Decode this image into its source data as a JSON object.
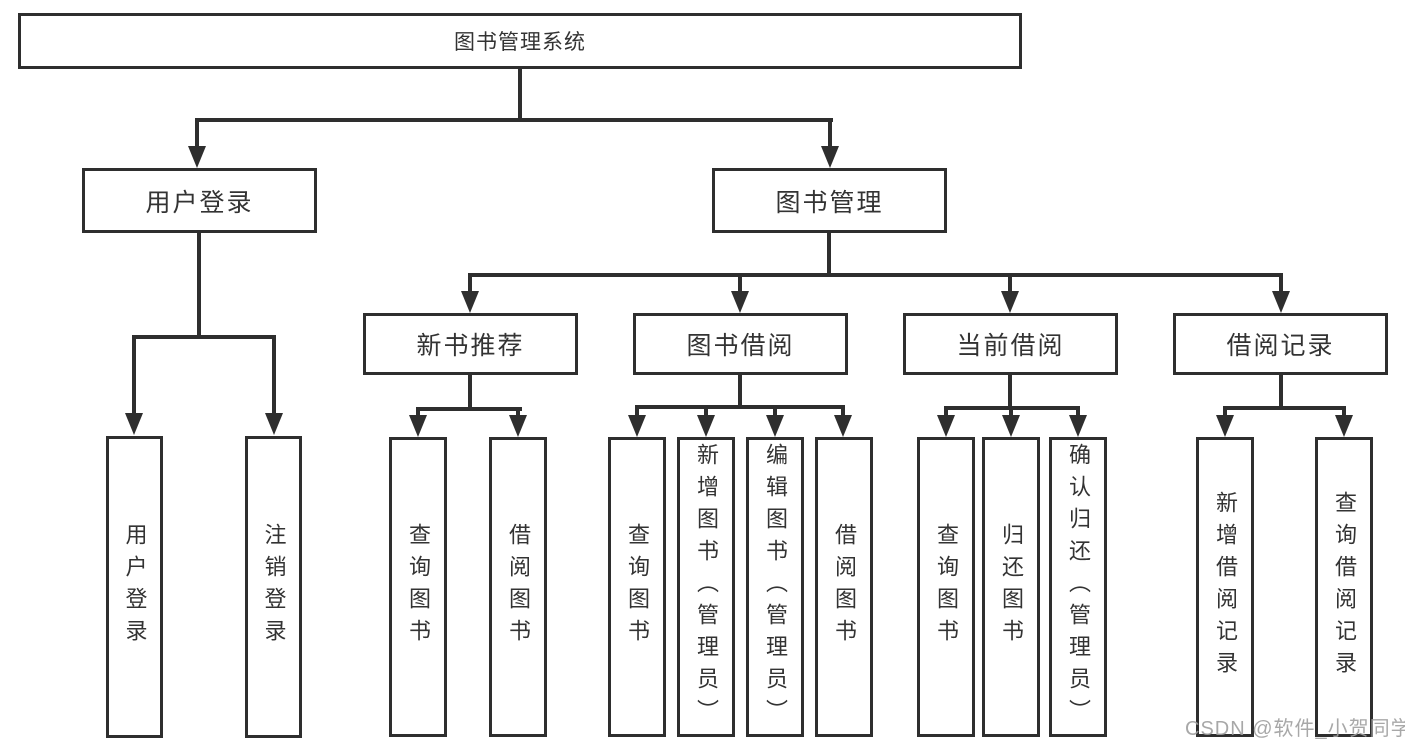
{
  "diagram": {
    "root": {
      "label": "图书管理系统"
    },
    "user_login": {
      "label": "用户登录",
      "children": [
        "用户登录",
        "注销登录"
      ]
    },
    "book_mgmt": {
      "label": "图书管理"
    },
    "sections": [
      {
        "label": "新书推荐",
        "children": [
          "查询图书",
          "借阅图书"
        ]
      },
      {
        "label": "图书借阅",
        "children": [
          "查询图书",
          "新增图书（管理员）",
          "编辑图书（管理员）",
          "借阅图书"
        ]
      },
      {
        "label": "当前借阅",
        "children": [
          "查询图书",
          "归还图书",
          "确认归还（管理员）"
        ]
      },
      {
        "label": "借阅记录",
        "children": [
          "新增借阅记录",
          "查询借阅记录"
        ]
      }
    ],
    "watermark": "CSDN @软件_小贺同学"
  }
}
